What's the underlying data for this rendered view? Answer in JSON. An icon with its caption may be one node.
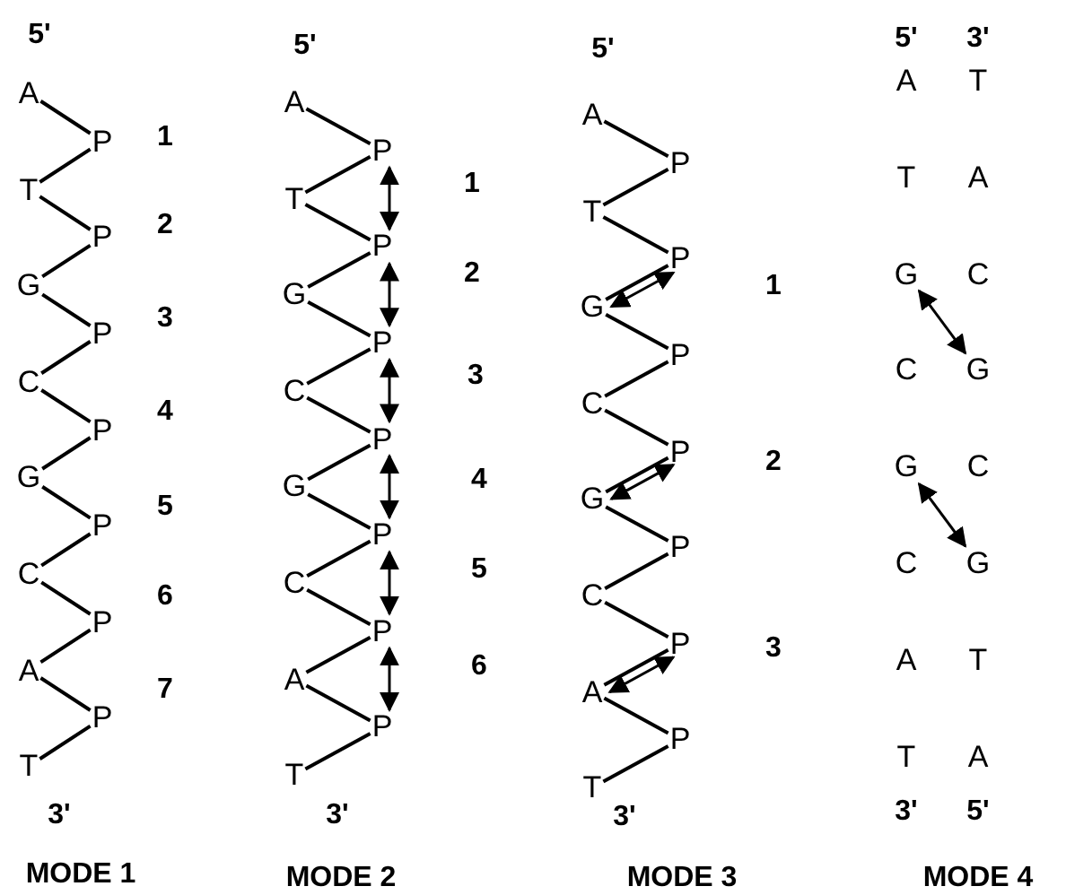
{
  "diagram": {
    "nodes": [
      {
        "text": [
          "A"
        ]
      },
      {
        "text": [
          "P"
        ]
      },
      {
        "text": [
          "T"
        ]
      },
      {
        "text": [
          "P"
        ]
      },
      {
        "text": [
          "G"
        ]
      },
      {
        "text": [
          "P"
        ]
      },
      {
        "text": [
          "C"
        ]
      },
      {
        "text": [
          "P"
        ]
      },
      {
        "text": [
          "G"
        ]
      },
      {
        "text": [
          "P"
        ]
      },
      {
        "text": [
          "C"
        ]
      },
      {
        "text": [
          "P"
        ]
      },
      {
        "text": [
          "A"
        ]
      },
      {
        "text": [
          "P"
        ]
      },
      {
        "text": [
          "T"
        ]
      },
      {
        "text": [
          "A"
        ]
      },
      {
        "text": [
          "P"
        ]
      },
      {
        "text": [
          "T"
        ]
      },
      {
        "text": [
          "P"
        ]
      },
      {
        "text": [
          "G"
        ]
      },
      {
        "text": [
          "P"
        ]
      },
      {
        "text": [
          "C"
        ]
      },
      {
        "text": [
          "P"
        ]
      },
      {
        "text": [
          "G"
        ]
      },
      {
        "text": [
          "P"
        ]
      },
      {
        "text": [
          "C"
        ]
      },
      {
        "text": [
          "P"
        ]
      },
      {
        "text": [
          "A"
        ]
      },
      {
        "text": [
          "P"
        ]
      },
      {
        "text": [
          "T"
        ]
      },
      {
        "text": [
          "A"
        ]
      },
      {
        "text": [
          "P"
        ]
      },
      {
        "text": [
          "T"
        ]
      },
      {
        "text": [
          "P"
        ]
      },
      {
        "text": [
          "G"
        ]
      },
      {
        "text": [
          "P"
        ]
      },
      {
        "text": [
          "C"
        ]
      },
      {
        "text": [
          "P"
        ]
      },
      {
        "text": [
          "G"
        ]
      },
      {
        "text": [
          "P"
        ]
      },
      {
        "text": [
          "C"
        ]
      },
      {
        "text": [
          "P"
        ]
      },
      {
        "text": [
          "A"
        ]
      },
      {
        "text": [
          "P"
        ]
      },
      {
        "text": [
          "T"
        ]
      },
      {
        "text": [
          "A"
        ]
      },
      {
        "text": [
          "T"
        ]
      },
      {
        "text": [
          "T"
        ]
      },
      {
        "text": [
          "A"
        ]
      },
      {
        "text": [
          "G"
        ]
      },
      {
        "text": [
          "C"
        ]
      },
      {
        "text": [
          "C"
        ]
      },
      {
        "text": [
          "G"
        ]
      },
      {
        "text": [
          "G"
        ]
      },
      {
        "text": [
          "C"
        ]
      },
      {
        "text": [
          "C"
        ]
      },
      {
        "text": [
          "G"
        ]
      },
      {
        "text": [
          "A"
        ]
      },
      {
        "text": [
          "T"
        ]
      },
      {
        "text": [
          "T"
        ]
      },
      {
        "text": [
          "A"
        ]
      }
    ],
    "edges": [
      {
        "from": 0,
        "to": 1,
        "arrow": "none"
      },
      {
        "from": 1,
        "to": 2,
        "arrow": "none"
      },
      {
        "from": 2,
        "to": 3,
        "arrow": "none"
      },
      {
        "from": 3,
        "to": 4,
        "arrow": "none"
      },
      {
        "from": 4,
        "to": 5,
        "arrow": "none"
      },
      {
        "from": 5,
        "to": 6,
        "arrow": "none"
      },
      {
        "from": 6,
        "to": 7,
        "arrow": "none"
      },
      {
        "from": 7,
        "to": 8,
        "arrow": "none"
      },
      {
        "from": 8,
        "to": 9,
        "arrow": "none"
      },
      {
        "from": 9,
        "to": 10,
        "arrow": "none"
      },
      {
        "from": 10,
        "to": 11,
        "arrow": "none"
      },
      {
        "from": 11,
        "to": 12,
        "arrow": "none"
      },
      {
        "from": 12,
        "to": 13,
        "arrow": "none"
      },
      {
        "from": 13,
        "to": 14,
        "arrow": "none"
      },
      {
        "from": 15,
        "to": 16,
        "arrow": "none"
      },
      {
        "from": 16,
        "to": 17,
        "arrow": "none"
      },
      {
        "from": 17,
        "to": 18,
        "arrow": "none"
      },
      {
        "from": 18,
        "to": 19,
        "arrow": "none"
      },
      {
        "from": 19,
        "to": 20,
        "arrow": "none"
      },
      {
        "from": 20,
        "to": 21,
        "arrow": "none"
      },
      {
        "from": 21,
        "to": 22,
        "arrow": "none"
      },
      {
        "from": 22,
        "to": 23,
        "arrow": "none"
      },
      {
        "from": 23,
        "to": 24,
        "arrow": "none"
      },
      {
        "from": 24,
        "to": 25,
        "arrow": "none"
      },
      {
        "from": 25,
        "to": 26,
        "arrow": "none"
      },
      {
        "from": 26,
        "to": 27,
        "arrow": "none"
      },
      {
        "from": 27,
        "to": 28,
        "arrow": "none"
      },
      {
        "from": 28,
        "to": 29,
        "arrow": "none"
      },
      {
        "from": 16,
        "to": 18,
        "arrow": "both"
      },
      {
        "from": 18,
        "to": 20,
        "arrow": "both"
      },
      {
        "from": 20,
        "to": 22,
        "arrow": "both"
      },
      {
        "from": 22,
        "to": 24,
        "arrow": "both"
      },
      {
        "from": 24,
        "to": 26,
        "arrow": "both"
      },
      {
        "from": 26,
        "to": 28,
        "arrow": "both"
      },
      {
        "from": 30,
        "to": 31,
        "arrow": "none"
      },
      {
        "from": 31,
        "to": 32,
        "arrow": "none"
      },
      {
        "from": 32,
        "to": 33,
        "arrow": "none"
      },
      {
        "from": 33,
        "to": 34,
        "arrow": "none"
      },
      {
        "from": 34,
        "to": 35,
        "arrow": "none"
      },
      {
        "from": 35,
        "to": 36,
        "arrow": "none"
      },
      {
        "from": 36,
        "to": 37,
        "arrow": "none"
      },
      {
        "from": 37,
        "to": 38,
        "arrow": "none"
      },
      {
        "from": 38,
        "to": 39,
        "arrow": "none"
      },
      {
        "from": 39,
        "to": 40,
        "arrow": "none"
      },
      {
        "from": 40,
        "to": 41,
        "arrow": "none"
      },
      {
        "from": 41,
        "to": 42,
        "arrow": "none"
      },
      {
        "from": 42,
        "to": 43,
        "arrow": "none"
      },
      {
        "from": 43,
        "to": 44,
        "arrow": "none"
      },
      {
        "from": 34,
        "to": 33,
        "arrow": "both"
      },
      {
        "from": 38,
        "to": 37,
        "arrow": "both"
      },
      {
        "from": 42,
        "to": 41,
        "arrow": "both"
      },
      {
        "from": 52,
        "to": 49,
        "arrow": "both"
      },
      {
        "from": 56,
        "to": 53,
        "arrow": "both"
      }
    ],
    "labels": [
      "5'",
      "1",
      "2",
      "3",
      "4",
      "5",
      "6",
      "7",
      "3'",
      "MODE 1",
      "5'",
      "1",
      "2",
      "3",
      "4",
      "5",
      "6",
      "3'",
      "MODE 2",
      "5'",
      "1",
      "2",
      "3",
      "3'",
      "MODE 3",
      "5'",
      "3'",
      "3'",
      "5'",
      "MODE 4"
    ]
  }
}
